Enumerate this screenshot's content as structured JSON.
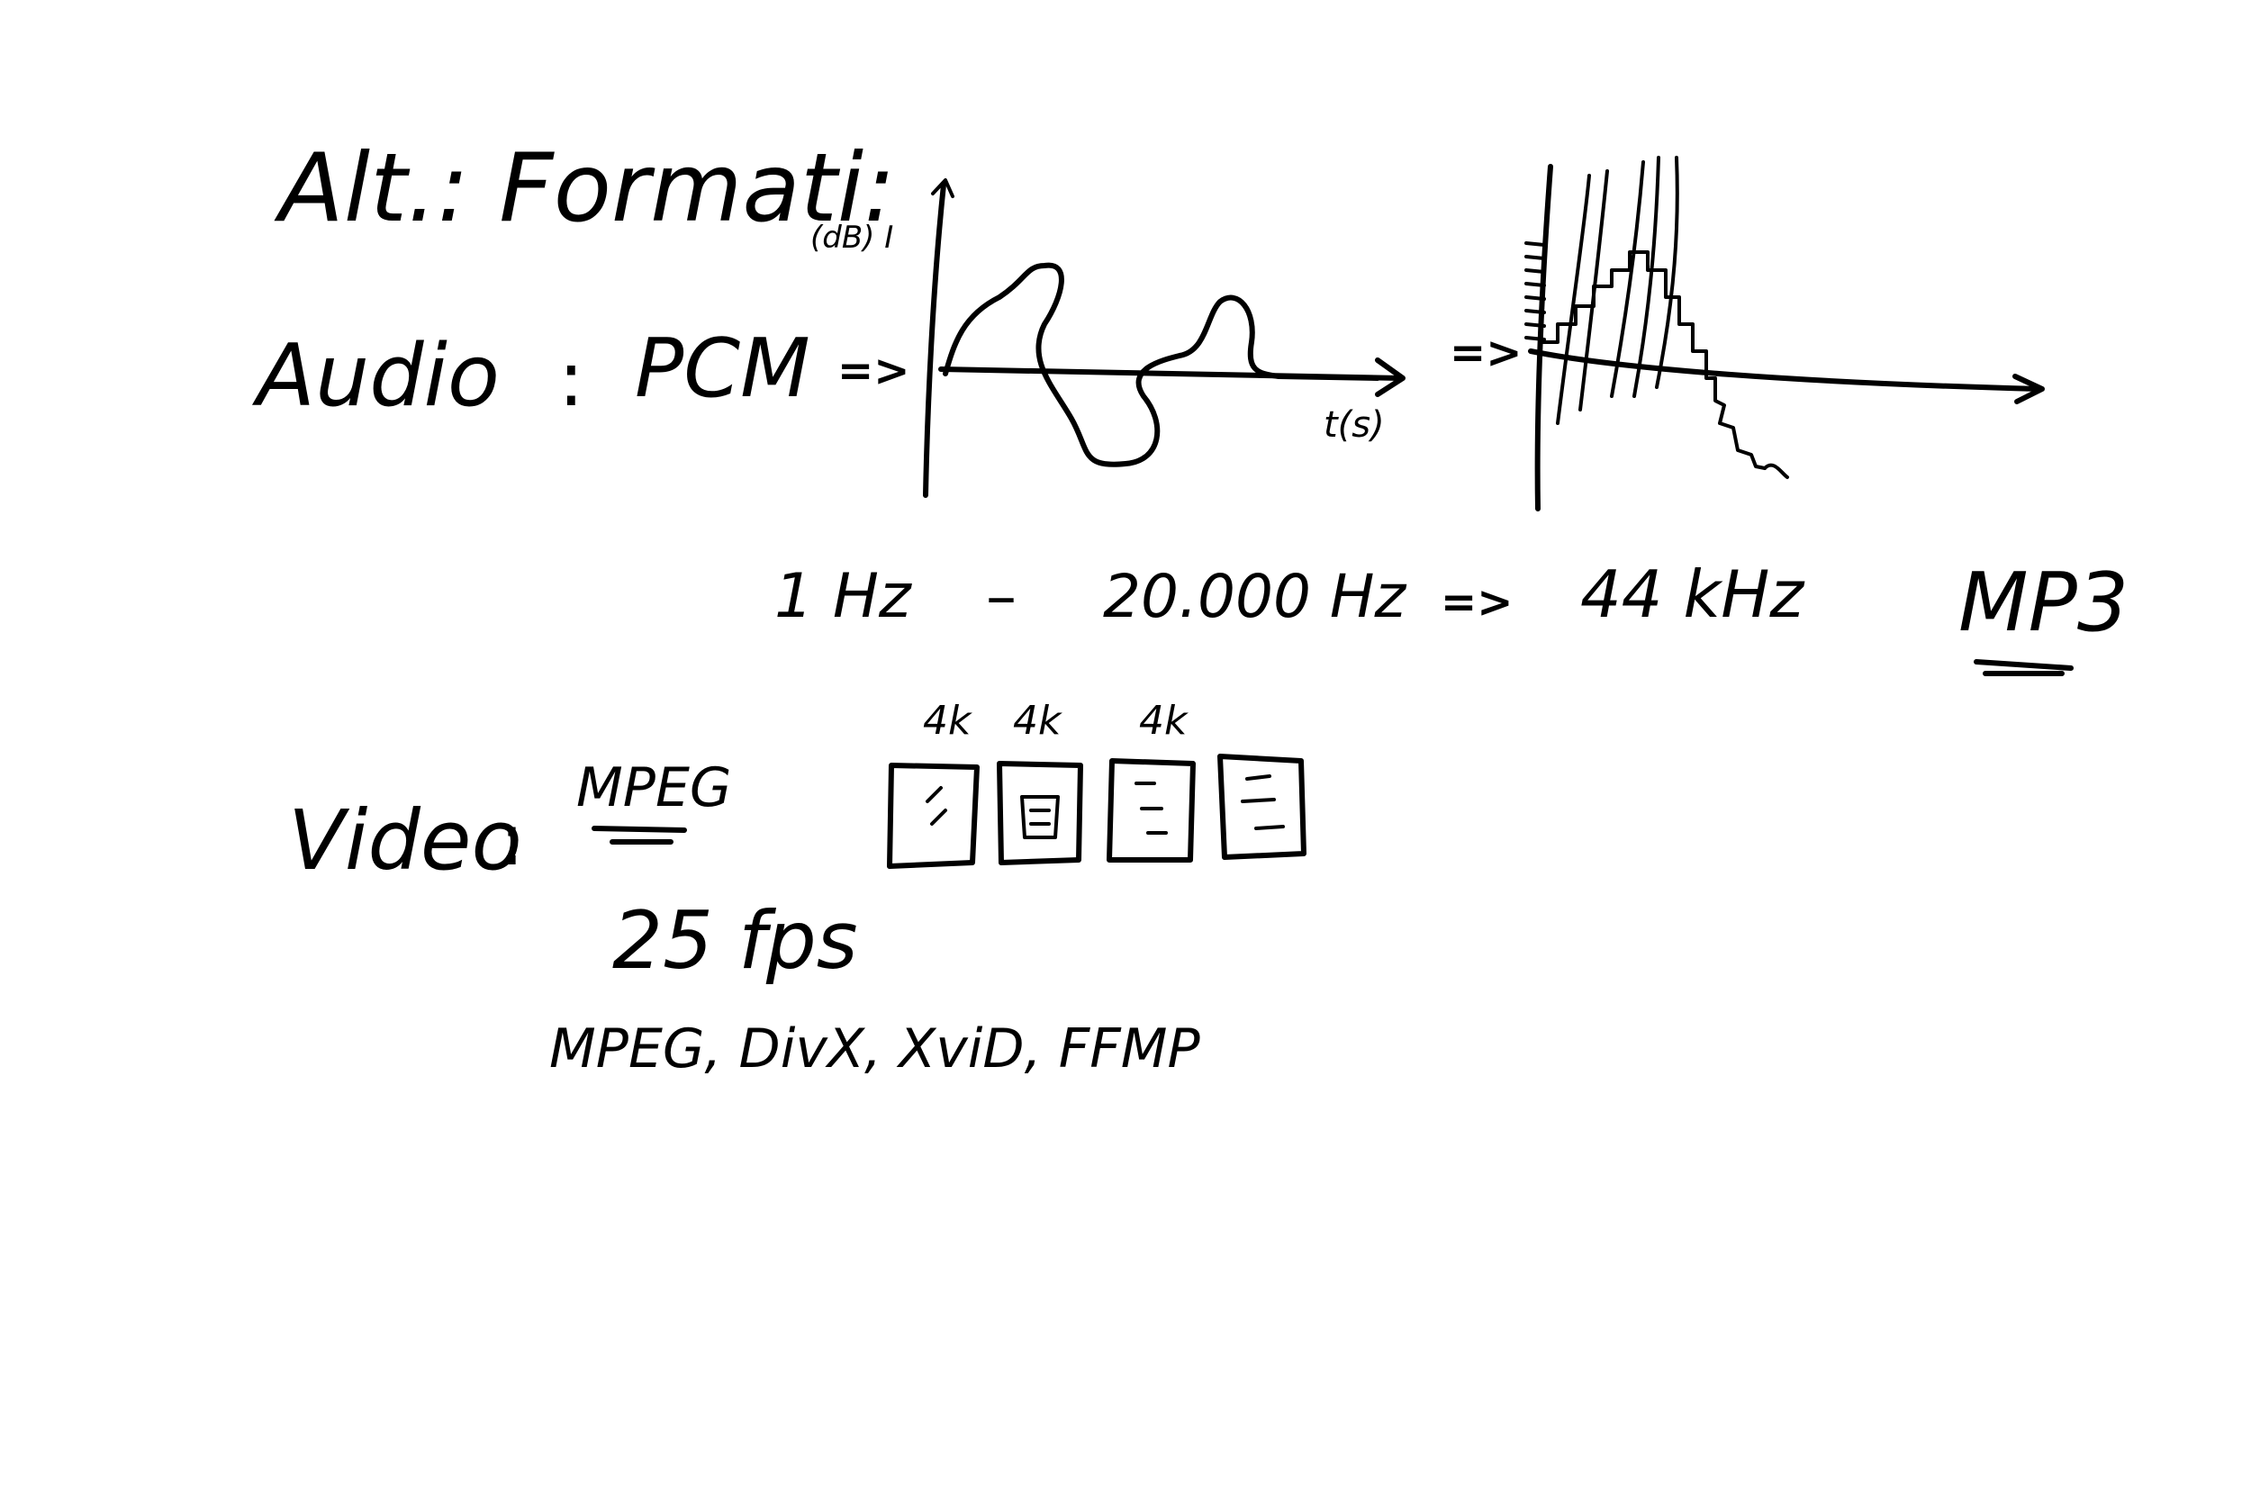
{
  "page": {
    "background": "#ffffff",
    "ink_color": "#000000"
  },
  "heading": "Alt.: Formati:",
  "audio": {
    "label": "Audio",
    "colon": ":",
    "format": "PCM",
    "arrow": "=>",
    "waveform_y_label": "(dB) I",
    "waveform_x_label": "t(s)",
    "range_low": "1 Hz",
    "range_dash": "–",
    "range_high": "20.000 Hz",
    "range_arrow": "=>",
    "sample_rate": "44 kHz",
    "compressed": "MP3",
    "spectrum_arrow": "=>"
  },
  "video": {
    "label": "Video",
    "colon": ":",
    "format": "MPEG",
    "frame_labels": [
      "4k",
      "4k",
      "4k"
    ],
    "frame_count": 4,
    "fps": "25 fps",
    "codecs": "MPEG, DivX, XviD, FFMP"
  }
}
